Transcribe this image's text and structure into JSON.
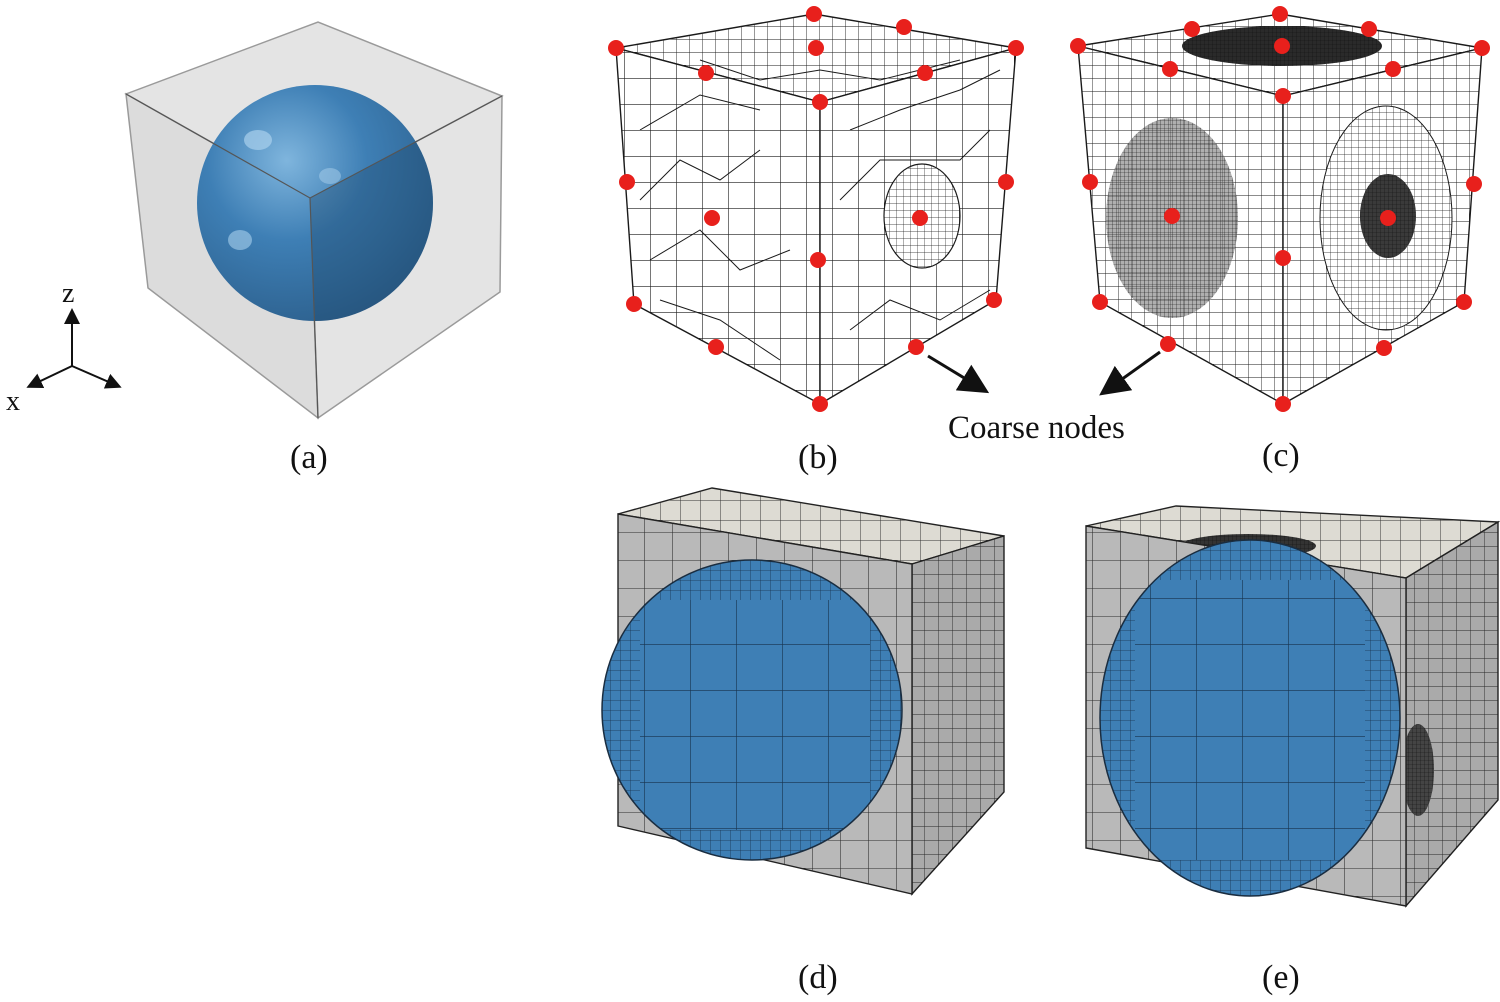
{
  "panels": {
    "a": {
      "label": "(a)"
    },
    "b": {
      "label": "(b)"
    },
    "c": {
      "label": "(c)"
    },
    "d": {
      "label": "(d)"
    },
    "e": {
      "label": "(e)"
    }
  },
  "axes": {
    "z_label": "z",
    "x_label": "x"
  },
  "annotation": {
    "text": "Coarse nodes"
  },
  "colors": {
    "sphere": "#3e7fb5",
    "sphere_dark": "#2e5f8a",
    "mesh_line": "#1a1a1a",
    "coarse_node": "#e8201c",
    "block_face": "#b8b8b8",
    "block_top": "#dddbd3",
    "box_face": "#dedede"
  },
  "icons": {
    "axis_triad": "xyz-triad-icon",
    "arrow": "arrow-icon"
  }
}
